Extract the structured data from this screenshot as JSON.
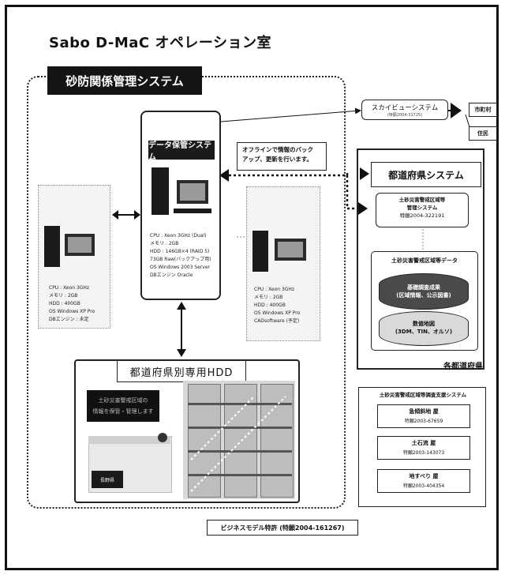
{
  "header": {
    "title": "Sabo D-MaC オペレーション室"
  },
  "system": {
    "name": "砂防関係管理システム"
  },
  "center_server": {
    "label": "データ保管システム",
    "specs": [
      "CPU : Xeon 3GHz (Dual)",
      "メモリ : 2GB",
      "HDD : 146GB×4 (RAID 5)",
      "73GB Raw(バックアップ用)",
      "OS Windows 2003 Server",
      "DBエンジン Oracle"
    ]
  },
  "left_pc": {
    "specs": [
      "CPU : Xeon 3GHz",
      "メモリ : 2GB",
      "HDD : 400GB",
      "OS Windows XP Pro",
      "DBエンジン : 未定"
    ]
  },
  "right_pc": {
    "specs": [
      "CPU : Xeon 3GHz",
      "メモリ : 2GB",
      "HDD : 400GB",
      "OS Windows XP Pro",
      "CADsoftware (予定)"
    ]
  },
  "offline_note": {
    "line1": "オフラインで情報のバック",
    "line2": "アップ、更新を行います。"
  },
  "sky": {
    "name": "スカイビューシステム",
    "patent": "(特願2004-31725)"
  },
  "outputs": [
    "市町村",
    "住民"
  ],
  "pref": {
    "title": "都道府県システム",
    "inner_lines": [
      "土砂災害警戒区域等",
      "管理システム",
      "特願2004-322191"
    ],
    "data_title": "土砂災害警戒区域等データ",
    "cyl_top_lines": [
      "基礎調査成果",
      "(区域情報、公示図書)"
    ],
    "cyl_bottom_lines": [
      "数値地図",
      "(3DM、TIN、オルソ)"
    ]
  },
  "region_label": "各都道府県",
  "hdd": {
    "label": "都道府県別専用HDD",
    "note_lines": [
      "土砂災害警戒区域の",
      "情報を保管・管理します"
    ],
    "tag": "長野県"
  },
  "support": {
    "title": "土砂災害警戒区域等調査支援システム",
    "items": [
      {
        "name": "急傾斜地 屋",
        "patent": "特願2003-67659"
      },
      {
        "name": "土石流 屋",
        "patent": "特願2003-143073"
      },
      {
        "name": "地すべり 屋",
        "patent": "特願2003-404354"
      }
    ]
  },
  "footer": {
    "patent": "ビジネスモデル特許 (特願2004-161267)"
  }
}
